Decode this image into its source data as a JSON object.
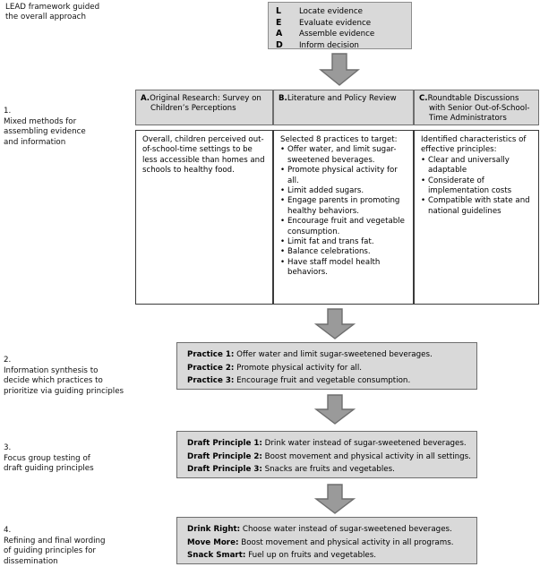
{
  "figure": {
    "lead_caption": "LEAD framework guided\nthe overall approach",
    "lead_box": {
      "rows": [
        {
          "key": "L",
          "text": "Locate evidence"
        },
        {
          "key": "E",
          "text": "Evaluate evidence"
        },
        {
          "key": "A",
          "text": "Assemble evidence"
        },
        {
          "key": "D",
          "text": "Inform decision"
        }
      ]
    },
    "steps": [
      {
        "number": "1.",
        "text": "Mixed methods for\nassembling evidence\nand information"
      },
      {
        "number": "2.",
        "text": "Information synthesis to\ndecide which practices to\nprioritize via guiding principles"
      },
      {
        "number": "3.",
        "text": "Focus group testing of\ndraft guiding principles"
      },
      {
        "number": "4.",
        "text": "Refining and final wording\nof guiding principles for\ndissemination"
      }
    ],
    "columns": [
      {
        "label": "A.",
        "heading": "Original Research: Survey on Children’s Perceptions",
        "body_paragraph": "Overall, children perceived out-of-school-time settings to be less accessible than homes and schools to healthy food.",
        "body_intro": "",
        "bullets": []
      },
      {
        "label": "B.",
        "heading": "Literature and Policy Review",
        "body_paragraph": "",
        "body_intro": "Selected 8 practices to target:",
        "bullets": [
          "Offer water, and limit sugar-sweetened beverages.",
          "Promote physical activity for all.",
          "Limit added sugars.",
          "Engage parents in promoting healthy behaviors.",
          "Encourage fruit and vegetable consumption.",
          "Limit fat and trans fat.",
          "Balance celebrations.",
          "Have staff model health behaviors."
        ]
      },
      {
        "label": "C.",
        "heading": "Roundtable Discussions with Senior Out-of-School-Time Administrators",
        "body_paragraph": "",
        "body_intro": "Identified characteristics of effective principles:",
        "bullets": [
          "Clear and universally adaptable",
          "Considerate of implementation costs",
          "Compatible with state and national guidelines"
        ]
      }
    ],
    "practices_box": {
      "lines": [
        {
          "term": "Practice 1:",
          "text": " Offer water and limit sugar-sweetened beverages."
        },
        {
          "term": "Practice 2:",
          "text": " Promote physical activity for all."
        },
        {
          "term": "Practice 3:",
          "text": " Encourage fruit and vegetable consumption."
        }
      ]
    },
    "draft_principles_box": {
      "lines": [
        {
          "term": "Draft Principle 1:",
          "text": " Drink water instead of sugar-sweetened beverages."
        },
        {
          "term": "Draft Principle 2:",
          "text": " Boost movement and physical activity in all settings."
        },
        {
          "term": "Draft Principle 3:",
          "text": " Snacks are fruits and vegetables."
        }
      ]
    },
    "final_principles_box": {
      "lines": [
        {
          "term": "Drink Right:",
          "text": " Choose water instead of sugar-sweetened beverages."
        },
        {
          "term": "Move More:",
          "text": " Boost movement and physical activity in all programs."
        },
        {
          "term": "Snack Smart:",
          "text": " Fuel up on fruits and vegetables."
        }
      ]
    },
    "arrows": [
      {
        "name": "arrow-lead-to-methods"
      },
      {
        "name": "arrow-methods-to-practices"
      },
      {
        "name": "arrow-practices-to-draft"
      },
      {
        "name": "arrow-draft-to-final"
      }
    ],
    "colors": {
      "box_fill": "#d9d9d9",
      "box_border": "#6e6e6e",
      "body_border": "#3a3a3a",
      "arrow_fill": "#9a9a9a",
      "arrow_stroke": "#6e6e6e",
      "text": "#000000"
    }
  }
}
